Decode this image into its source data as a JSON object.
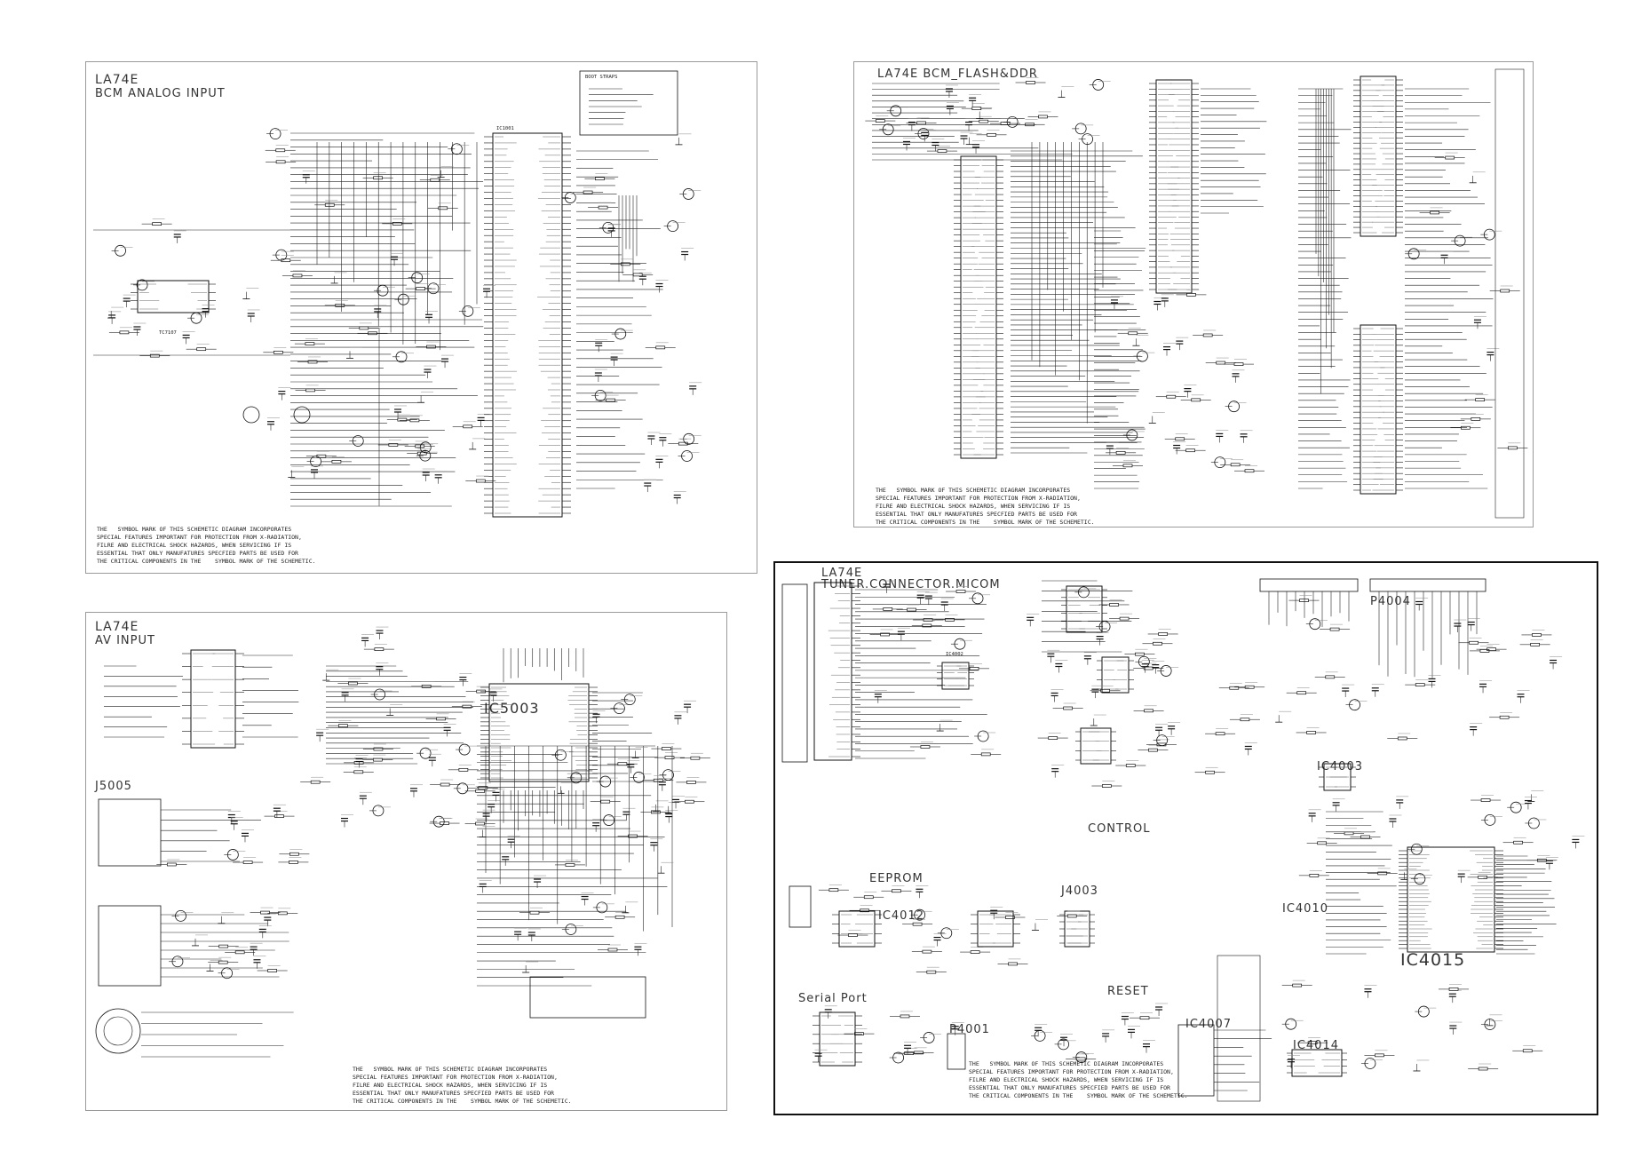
{
  "panels": {
    "analog": {
      "model": "LA74E",
      "title": "BCM ANALOG INPUT",
      "ic_main": "IC1001",
      "ic_side": "TC7107",
      "boot_straps": "BOOT STRAPS",
      "note": "THE   SYMBOL MARK OF THIS SCHEMETIC DIAGRAM INCORPORATES\nSPECIAL FEATURES IMPORTANT FOR PROTECTION FROM X-RADIATION,\nFILRE AND ELECTRICAL SHOCK HAZARDS, WHEN SERVICING IF IS\nESSENTIAL THAT ONLY MANUFATURES SPECFIED PARTS BE USED FOR\nTHE CRITICAL COMPONENTS IN THE    SYMBOL MARK OF THE SCHEMETIC."
    },
    "flash": {
      "model": "LA74E",
      "title": "BCM_FLASH&DDR",
      "note": "THE   SYMBOL MARK OF THIS SCHEMETIC DIAGRAM INCORPORATES\nSPECIAL FEATURES IMPORTANT FOR PROTECTION FROM X-RADIATION,\nFILRE AND ELECTRICAL SHOCK HAZARDS, WHEN SERVICING IF IS\nESSENTIAL THAT ONLY MANUFATURES SPECFIED PARTS BE USED FOR\nTHE CRITICAL COMPONENTS IN THE    SYMBOL MARK OF THE SCHEMETIC."
    },
    "av": {
      "model": "LA74E",
      "title": "AV INPUT",
      "ic_main": "IC5003",
      "jack": "J5005",
      "note": "THE   SYMBOL MARK OF THIS SCHEMETIC DIAGRAM INCORPORATES\nSPECIAL FEATURES IMPORTANT FOR PROTECTION FROM X-RADIATION,\nFILRE AND ELECTRICAL SHOCK HAZARDS, WHEN SERVICING IF IS\nESSENTIAL THAT ONLY MANUFATURES SPECFIED PARTS BE USED FOR\nTHE CRITICAL COMPONENTS IN THE    SYMBOL MARK OF THE SCHEMETIC."
    },
    "tuner": {
      "model": "LA74E",
      "title": "TUNER.CONNECTOR.MICOM",
      "p4004": "P4004",
      "ic4002": "IC4002",
      "ic4003": "IC4003",
      "control": "CONTROL",
      "eeprom": "EEPROM",
      "ic4012": "IC4012",
      "j4003": "J4003",
      "ic4010": "IC4010",
      "ic4015": "IC4015",
      "serial_port": "Serial Port",
      "p4001": "P4001",
      "reset": "RESET",
      "ic4007": "IC4007",
      "ic4014": "IC4014",
      "note": "THE   SYMBOL MARK OF THIS SCHEMETIC DIAGRAM INCORPORATES\nSPECIAL FEATURES IMPORTANT FOR PROTECTION FROM X-RADIATION,\nFILRE AND ELECTRICAL SHOCK HAZARDS, WHEN SERVICING IF IS\nESSENTIAL THAT ONLY MANUFATURES SPECFIED PARTS BE USED FOR\nTHE CRITICAL COMPONENTS IN THE    SYMBOL MARK OF THE SCHEMETIC."
    }
  }
}
